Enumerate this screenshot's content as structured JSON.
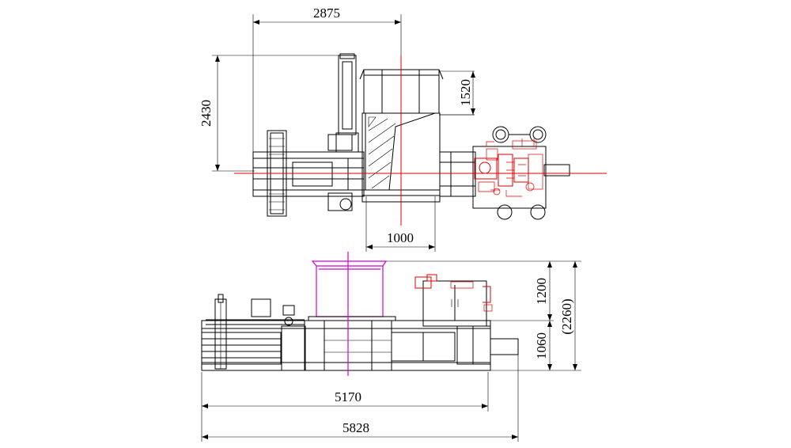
{
  "dimensions": {
    "top_width": "2875",
    "top_height": "2430",
    "top_right_height": "1520",
    "top_bottom_width": "1000",
    "side_upper_height": "1200",
    "side_lower_height": "1060",
    "side_total_height": "(2260)",
    "side_width_inner": "5170",
    "side_width_total": "5828"
  },
  "colors": {
    "line": "#000000",
    "hydraulic": "#e00000",
    "hopper": "#d400d4"
  }
}
